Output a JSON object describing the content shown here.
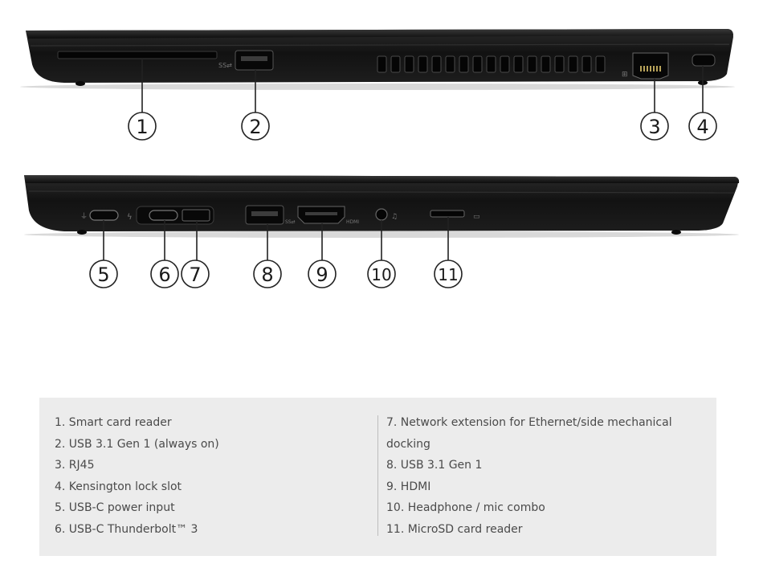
{
  "callouts": {
    "c1": "1",
    "c2": "2",
    "c3": "3",
    "c4": "4",
    "c5": "5",
    "c6": "6",
    "c7": "7",
    "c8": "8",
    "c9": "9",
    "c10": "10",
    "c11": "11"
  },
  "legend": {
    "left": [
      "1. Smart card reader",
      "2. USB 3.1 Gen 1 (always on)",
      "3. RJ45",
      "4. Kensington lock slot",
      "5. USB-C power input",
      "6. USB-C Thunderbolt™ 3"
    ],
    "right": [
      "7. Network extension for Ethernet/side mechanical docking",
      "8. USB 3.1 Gen 1",
      "9. HDMI",
      "10. Headphone / mic combo",
      "11. MicroSD card reader"
    ]
  },
  "colors": {
    "laptop_body": "#141414",
    "laptop_edge": "#2a2a2a",
    "legend_bg": "#ececec",
    "legend_text": "#4a4a4a"
  }
}
